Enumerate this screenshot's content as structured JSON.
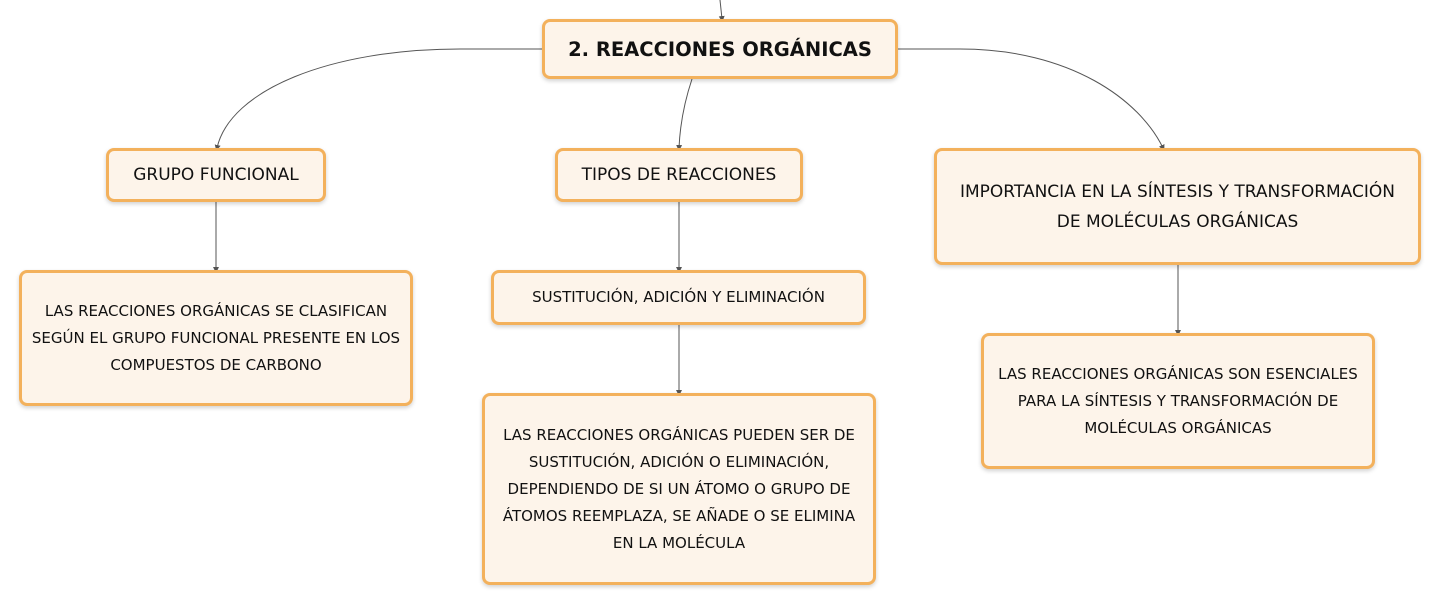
{
  "diagram": {
    "root": {
      "label": "2. REACCIONES ORGÁNICAS"
    },
    "branches": [
      {
        "label": "GRUPO FUNCIONAL",
        "children": [
          "LAS REACCIONES ORGÁNICAS SE CLASIFICAN SEGÚN EL GRUPO FUNCIONAL PRESENTE EN LOS COMPUESTOS DE CARBONO"
        ]
      },
      {
        "label": "TIPOS DE REACCIONES",
        "children": [
          "SUSTITUCIÓN, ADICIÓN Y ELIMINACIÓN",
          "LAS REACCIONES ORGÁNICAS PUEDEN SER DE SUSTITUCIÓN, ADICIÓN O ELIMINACIÓN, DEPENDIENDO DE SI UN ÁTOMO O GRUPO DE ÁTOMOS REEMPLAZA, SE AÑADE O SE ELIMINA EN LA MOLÉCULA"
        ]
      },
      {
        "label": "IMPORTANCIA EN LA SÍNTESIS Y TRANSFORMACIÓN DE MOLÉCULAS ORGÁNICAS",
        "children": [
          "LAS REACCIONES ORGÁNICAS SON ESENCIALES PARA LA SÍNTESIS Y TRANSFORMACIÓN DE MOLÉCULAS ORGÁNICAS"
        ]
      }
    ]
  },
  "colors": {
    "node_border": "#f3b15c",
    "node_fill": "#fdf4ea",
    "connector": "#555555",
    "text": "#111111"
  }
}
